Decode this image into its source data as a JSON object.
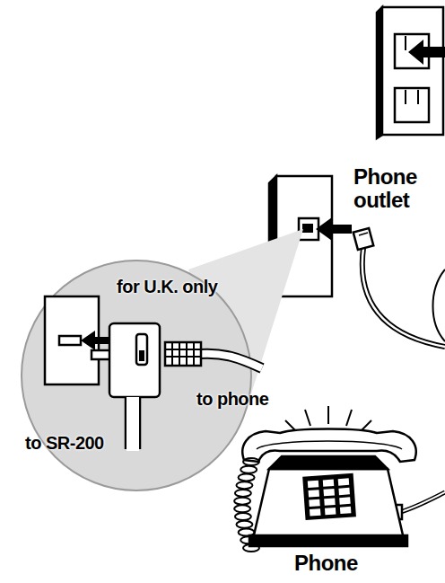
{
  "diagram": {
    "labels": [
      "Phone outlet",
      "for U.K. only",
      "to phone",
      "to SR-200",
      "Phone"
    ]
  }
}
